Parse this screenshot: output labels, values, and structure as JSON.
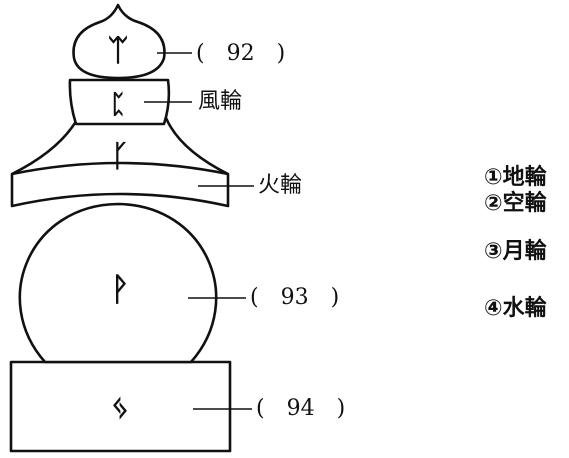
{
  "stupa": {
    "seed_glyphs": {
      "sky": "ᛠ",
      "wind": "ᛈ",
      "fire": "ᚴ",
      "water": "ᚹ",
      "earth": "ᛃ"
    },
    "stroke_color": "#111111",
    "fill_color": "#ffffff"
  },
  "labels": {
    "sky_blank": "(　92　)",
    "wind": "風輪",
    "fire": "火輪",
    "water_blank": "(　93　)",
    "earth_blank": "(　94　)"
  },
  "options": [
    "①地輪",
    "②空輪",
    "③月輪",
    "④水輪"
  ]
}
